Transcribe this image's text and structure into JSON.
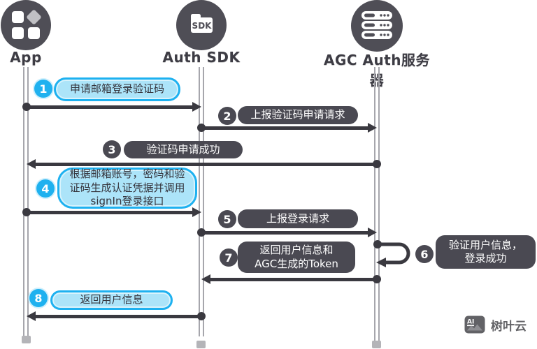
{
  "participants": [
    {
      "name": "App"
    },
    {
      "name": "Auth SDK",
      "badge": "SDK"
    },
    {
      "name": "AGC Auth服务器"
    }
  ],
  "steps": [
    {
      "num": "1",
      "label": "申请邮箱登录验证码",
      "style": "blue",
      "from": "App",
      "to": "Auth SDK"
    },
    {
      "num": "2",
      "label": "上报验证码申请请求",
      "style": "dark",
      "from": "Auth SDK",
      "to": "AGC Auth服务器"
    },
    {
      "num": "3",
      "label": "验证码申请成功",
      "style": "dark",
      "from": "AGC Auth服务器",
      "to": "App"
    },
    {
      "num": "4",
      "label": "根据邮箱账号，密码和验\n证码生成认证凭据并调用\nsignIn登录接口",
      "style": "blue",
      "from": "App",
      "to": "Auth SDK"
    },
    {
      "num": "5",
      "label": "上报登录请求",
      "style": "dark",
      "from": "Auth SDK",
      "to": "AGC Auth服务器"
    },
    {
      "num": "6",
      "label": "验证用户信息，\n登录成功",
      "style": "dark",
      "from": "AGC Auth服务器",
      "to": "AGC Auth服务器",
      "self_loop": true
    },
    {
      "num": "7",
      "label": "返回用户信息和\nAGC生成的Token",
      "style": "dark",
      "from": "AGC Auth服务器",
      "to": "Auth SDK"
    },
    {
      "num": "8",
      "label": "返回用户信息",
      "style": "blue",
      "from": "Auth SDK",
      "to": "App"
    }
  ],
  "watermark": {
    "brand": "树叶云",
    "icon_label": "AI"
  },
  "colors": {
    "accent_blue": "#1fb1ef",
    "blue_fill": "#ace4f9",
    "dark_box": "#4a4952",
    "arrow": "#3a3940",
    "head_circle": "#4f4e56",
    "lifeline": "#a6a6ac",
    "label_text": "#3d3c44"
  }
}
